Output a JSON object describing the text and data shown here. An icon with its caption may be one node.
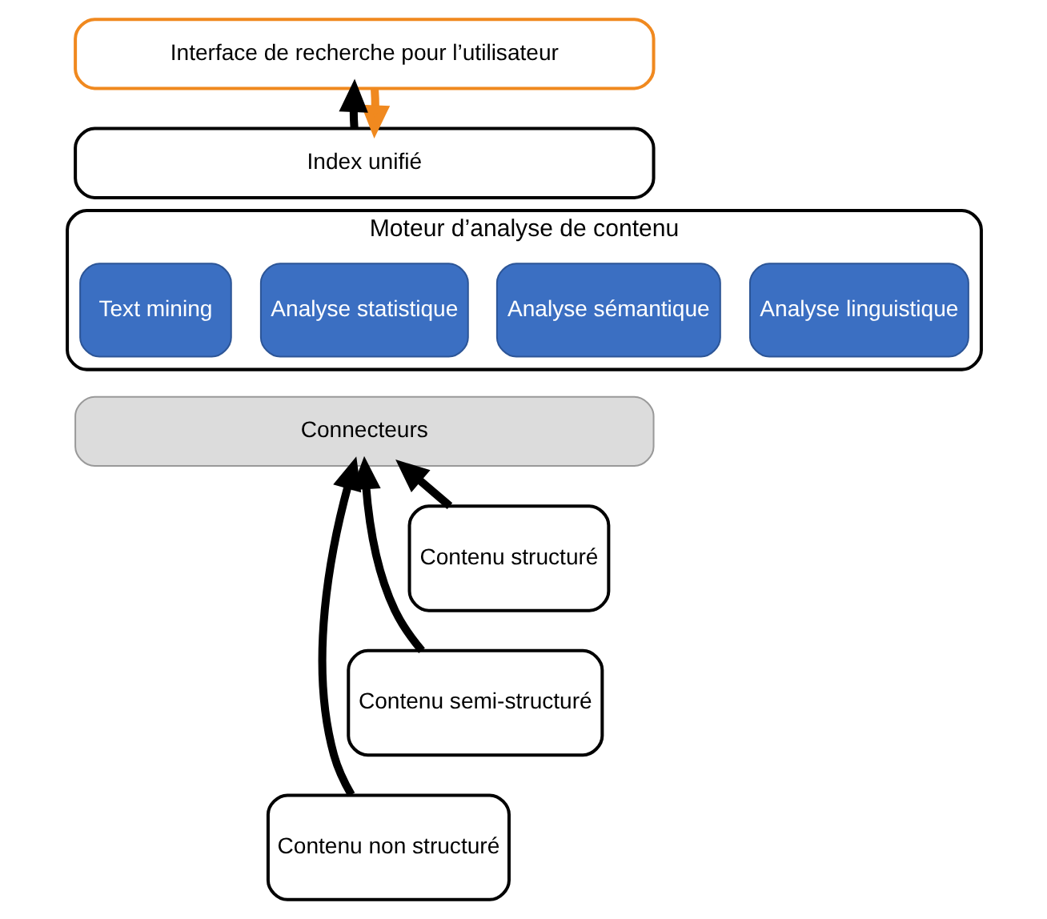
{
  "diagram": {
    "nodes": [
      {
        "text": [
          "Interface de recherche pour l’utilisateur"
        ]
      },
      {
        "text": [
          "Index unifié"
        ]
      },
      {
        "text": [
          "Moteur d’analyse de contenu"
        ]
      },
      {
        "text": [
          "Analyse linguistique"
        ],
        "in": 2
      },
      {
        "text": [
          "Analyse sémantique"
        ],
        "in": 2
      },
      {
        "text": [
          "Analyse statistique"
        ],
        "in": 2
      },
      {
        "text": [
          "Text mining"
        ],
        "in": 2
      },
      {
        "text": [
          "Connecteurs"
        ]
      },
      {
        "text": [
          "Contenu structuré"
        ]
      },
      {
        "text": [
          "Contenu semi-structuré"
        ]
      },
      {
        "text": [
          "Contenu non structuré"
        ]
      }
    ],
    "edges": [
      {
        "from": 1,
        "to": 0,
        "arrow": "to"
      },
      {
        "from": 0,
        "to": 1,
        "arrow": "to",
        "color": "#f0891f"
      },
      {
        "from": 8,
        "to": 7,
        "arrow": "to"
      },
      {
        "from": 9,
        "to": 7,
        "arrow": "to"
      },
      {
        "from": 10,
        "to": 7,
        "arrow": "to"
      }
    ]
  }
}
